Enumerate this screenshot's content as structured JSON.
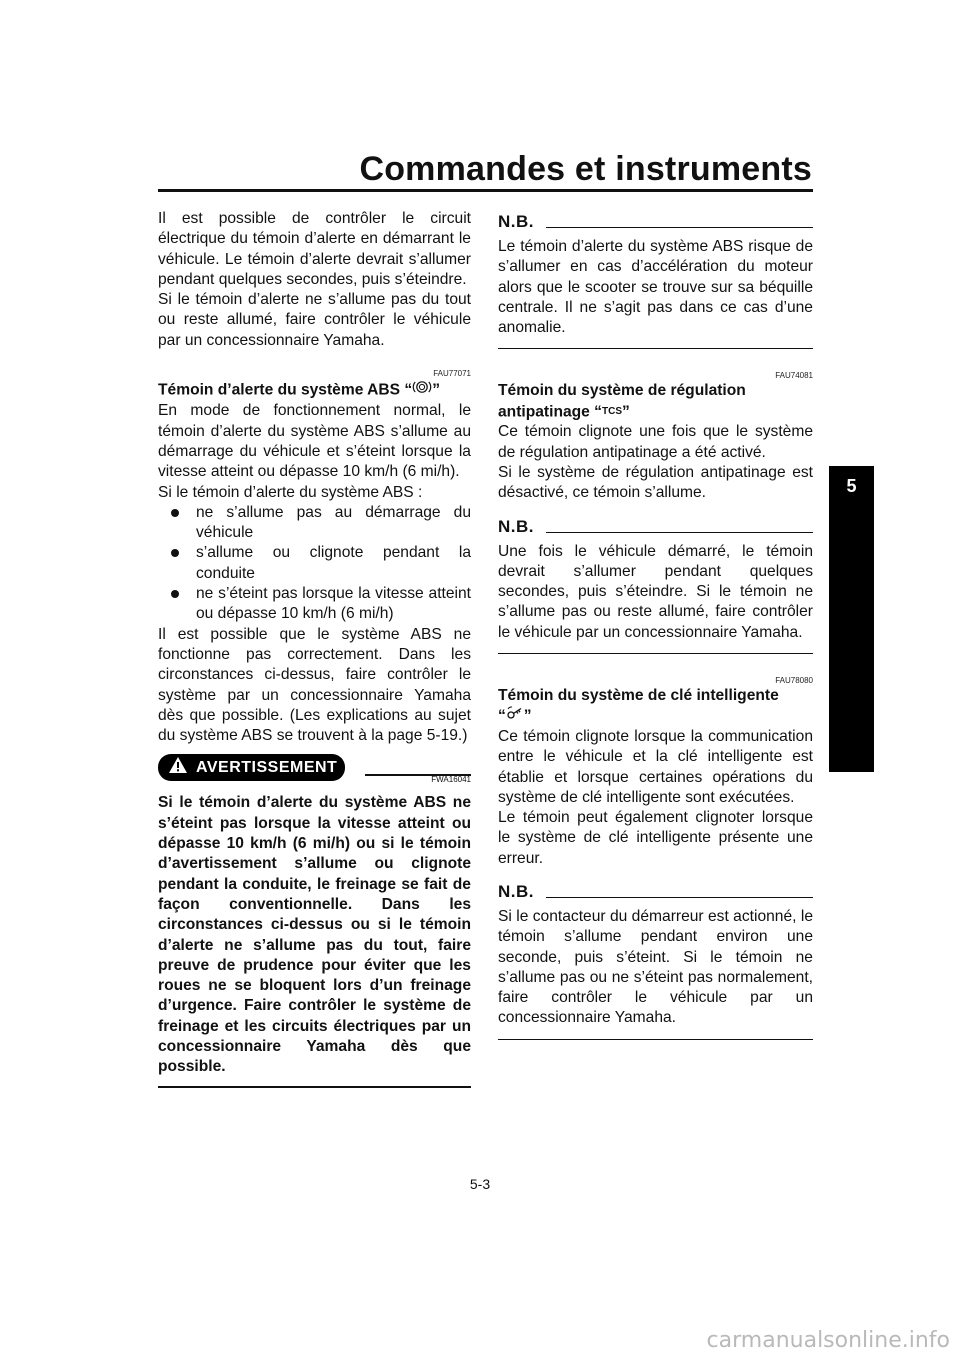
{
  "header": {
    "title": "Commandes et instruments"
  },
  "chapter_tab": "5",
  "left": {
    "intro_1": "Il est possible de contrôler le circuit électrique du témoin d’alerte en démarrant le véhicule. Le témoin d’alerte devrait s’allumer pendant quelques secondes, puis s’éteindre.",
    "intro_2": "Si le témoin d’alerte ne s’allume pas du tout ou reste allumé, faire contrôler le véhicule par un concessionnaire Yamaha.",
    "abs_code": "FAU77071",
    "abs_title_1": "Témoin d’alerte du système ABS “",
    "abs_title_2": "”",
    "abs_p1": "En mode de fonctionnement normal, le témoin d’alerte du système ABS s’allume au démarrage du véhicule et s’éteint lorsque la vitesse atteint ou dépasse 10 km/h (6 mi/h).",
    "abs_p2": "Si le témoin d’alerte du système ABS :",
    "abs_bullets": [
      "ne s’allume pas au démarrage du véhicule",
      "s’allume ou clignote pendant la conduite",
      "ne s’éteint pas lorsque la vitesse atteint ou dépasse 10 km/h (6 mi/h)"
    ],
    "abs_p3": "Il est possible que le système ABS ne fonctionne pas correctement. Dans les circonstances ci-dessus, faire contrôler le système par un concessionnaire Yamaha dès que possible. (Les explications au sujet du système ABS se trouvent à la page 5-19.)",
    "warning_code": "FWA16041",
    "warning_label": "AVERTISSEMENT",
    "warning_text": "Si le témoin d’alerte du système ABS ne s’éteint pas lorsque la vitesse atteint ou dépasse 10 km/h (6 mi/h) ou si le témoin d’avertissement s’allume ou clignote pendant la conduite, le freinage se fait de façon conventionnelle. Dans les circonstances ci-dessus ou si le témoin d’alerte ne s’allume pas du tout, faire preuve de prudence pour éviter que les roues ne se bloquent lors d’un freinage d’urgence. Faire contrôler le système de freinage et les circuits électriques par un concessionnaire Yamaha dès que possible."
  },
  "right": {
    "nb_label": "N.B.",
    "nb1_text": "Le témoin d’alerte du système ABS risque de s’allumer en cas d’accélération du moteur alors que le scooter se trouve sur sa béquille centrale. Il ne s’agit pas dans ce cas d’une anomalie.",
    "tcs_code": "FAU74081",
    "tcs_title_1": "Témoin du système de régulation antipatinage “",
    "tcs_icon_text": "TCS",
    "tcs_title_2": "”",
    "tcs_p1": "Ce témoin clignote une fois que le système de régulation antipatinage a été activé.",
    "tcs_p2": "Si le système de régulation antipatinage est désactivé, ce témoin s’allume.",
    "nb2_text": "Une fois le véhicule démarré, le témoin devrait s’allumer pendant quelques secondes, puis s’éteindre. Si le témoin ne s’allume pas ou reste allumé, faire contrôler le véhicule par un concessionnaire Yamaha.",
    "key_code": "FAU78080",
    "key_title_1": "Témoin du système de clé intelligente",
    "key_title_2a": "“",
    "key_title_2b": "”",
    "key_p1": "Ce témoin clignote lorsque la communication entre le véhicule et la clé intelligente est établie et lorsque certaines opérations du système de clé intelligente sont exécutées.",
    "key_p2": "Le témoin peut également clignoter lorsque le système de clé intelligente présente une erreur.",
    "nb3_text": "Si le contacteur du démarreur est actionné, le témoin s’allume pendant environ une seconde, puis s’éteint. Si le témoin ne s’allume pas ou ne s’éteint pas normalement, faire contrôler le véhicule par un concessionnaire Yamaha."
  },
  "footer": {
    "page_number": "5-3"
  },
  "watermark": "carmanualsonline.info"
}
